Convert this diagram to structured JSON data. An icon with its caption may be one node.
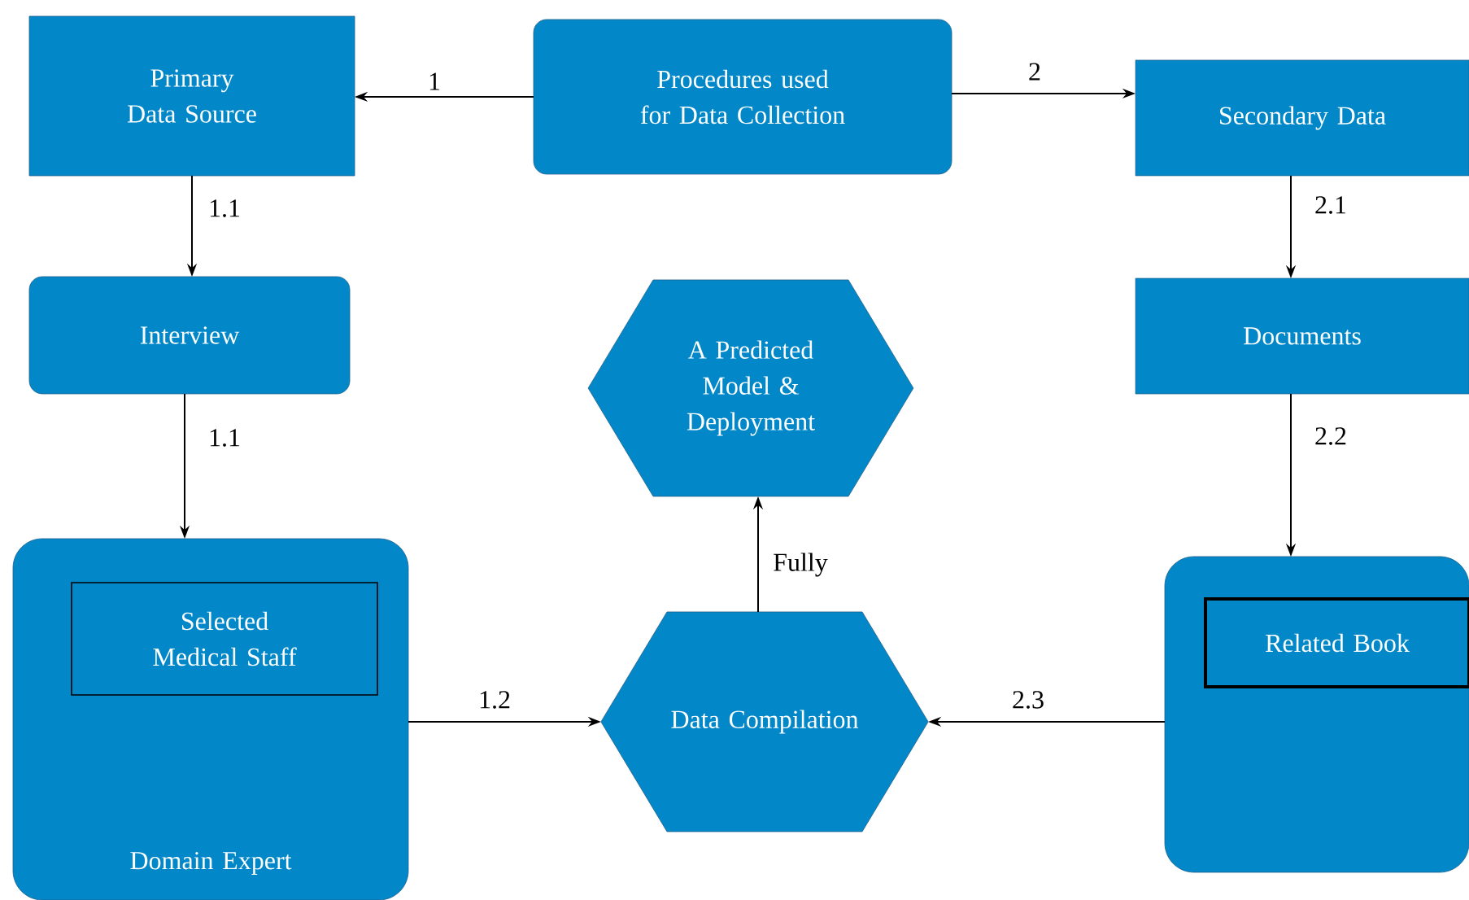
{
  "diagram": {
    "nodes": [
      {
        "text": [
          "Procedures used for Data Collection"
        ]
      },
      {
        "text": [
          "Primary Data Source"
        ]
      },
      {
        "text": [
          "Secondary Data"
        ]
      },
      {
        "text": [
          "Interview"
        ]
      },
      {
        "text": [
          "Documents"
        ]
      },
      {
        "text": [
          "A Predicted Model & Deployment"
        ]
      },
      {
        "text": [
          "Domain Expert"
        ]
      },
      {
        "text": [
          "Selected Medical Staff"
        ],
        "in": 6
      },
      {
        "text": [
          "Data Compilation"
        ]
      },
      {
        "text": [],
        "shape": "box"
      },
      {
        "text": [
          "Related Book"
        ],
        "in": 9
      }
    ],
    "edges": [
      {
        "from": 0,
        "to": 1,
        "arrow": "to",
        "label": "1"
      },
      {
        "from": 0,
        "to": 2,
        "arrow": "to",
        "label": "2"
      },
      {
        "from": 1,
        "to": 3,
        "arrow": "to",
        "label": "1.1"
      },
      {
        "from": 3,
        "to": 6,
        "arrow": "to",
        "label": "1.1"
      },
      {
        "from": 2,
        "to": 4,
        "arrow": "to",
        "label": "2.1"
      },
      {
        "from": 4,
        "to": 9,
        "arrow": "to",
        "label": "2.2"
      },
      {
        "from": 6,
        "to": 8,
        "arrow": "to",
        "label": "1.2"
      },
      {
        "from": 9,
        "to": 8,
        "arrow": "to",
        "label": "2.3"
      },
      {
        "from": 8,
        "to": 5,
        "arrow": "to",
        "label": "Fully"
      }
    ]
  }
}
